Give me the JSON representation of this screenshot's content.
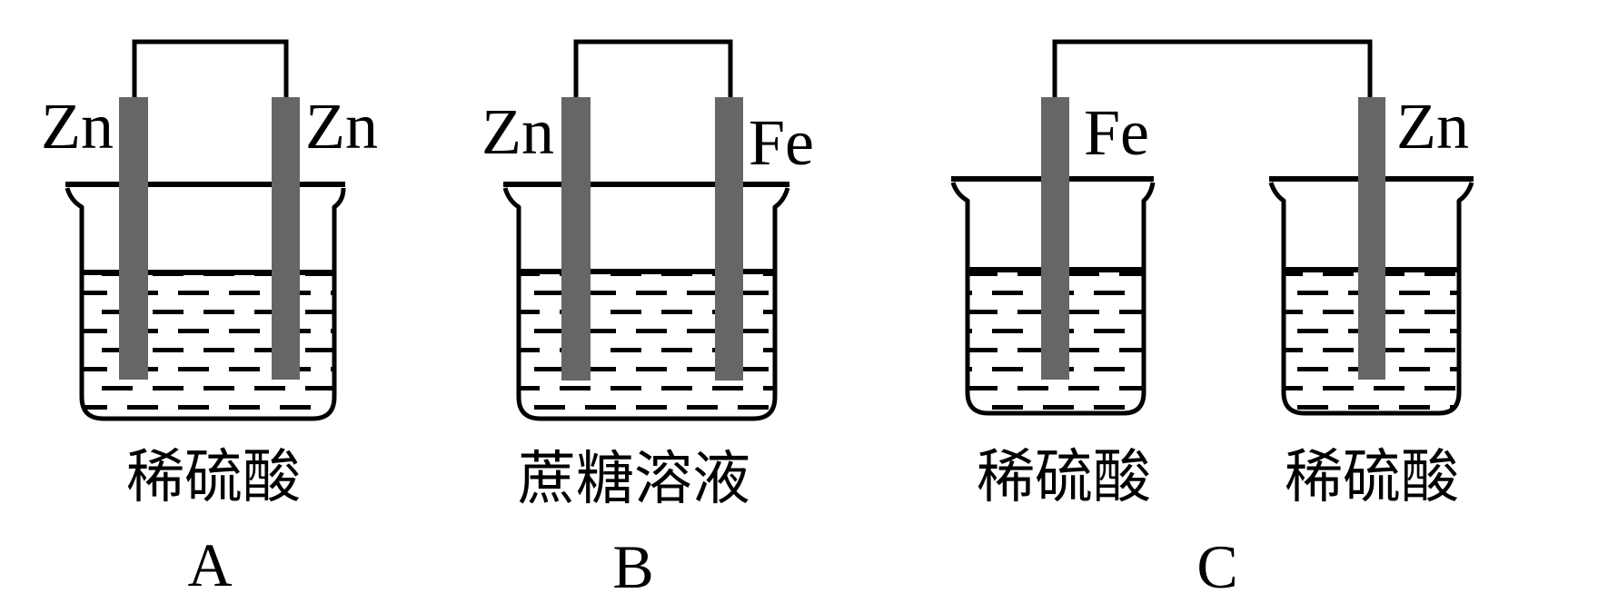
{
  "figure": {
    "description": "Three galvanic-cell test setups labeled A, B and C",
    "colors": {
      "background": "#ffffff",
      "line": "#000000",
      "electrode": "#666666"
    },
    "setups": [
      {
        "caption": "A",
        "solution": "稀硫酸",
        "left_electrode": "Zn",
        "right_electrode": "Zn"
      },
      {
        "caption": "B",
        "solution": "蔗糖溶液",
        "left_electrode": "Zn",
        "right_electrode": "Fe"
      },
      {
        "caption": "C",
        "left_electrode": "Fe",
        "right_electrode": "Zn",
        "left_solution": "稀硫酸",
        "right_solution": "稀硫酸"
      }
    ]
  }
}
